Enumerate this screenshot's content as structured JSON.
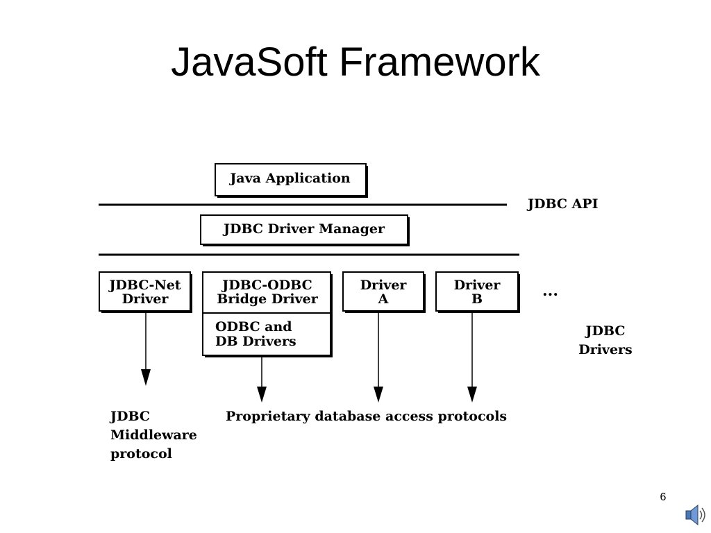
{
  "slide": {
    "title": "JavaSoft Framework",
    "page_number": "6"
  },
  "diagram": {
    "java_application": "Java Application",
    "jdbc_api_label": "JDBC API",
    "driver_manager": "JDBC Driver Manager",
    "drivers": {
      "jdbc_net": [
        "JDBC-Net",
        "Driver"
      ],
      "jdbc_odbc": [
        "JDBC-ODBC",
        "Bridge Driver"
      ],
      "odbc_db": [
        "ODBC and",
        "DB Drivers"
      ],
      "driver_a": [
        "Driver",
        "A"
      ],
      "driver_b": [
        "Driver",
        "B"
      ],
      "ellipsis": "..."
    },
    "jdbc_drivers_label": [
      "JDBC",
      "Drivers"
    ],
    "middleware_label": [
      "JDBC",
      "Middleware",
      "protocol"
    ],
    "proprietary_label": "Proprietary database access protocols"
  },
  "icons": {
    "speaker": "speaker-icon"
  }
}
